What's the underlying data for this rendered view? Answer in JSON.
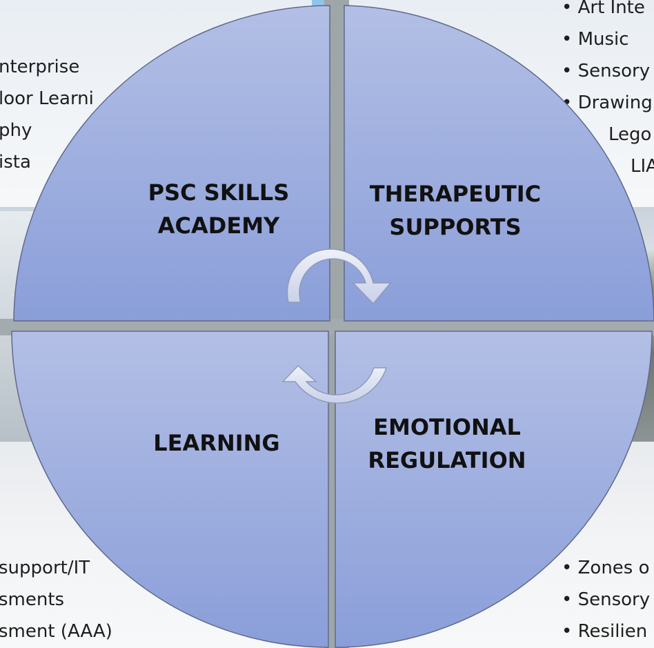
{
  "quadrants": {
    "top_left": {
      "line1": "PSC SKILLS",
      "line2": "ACADEMY"
    },
    "top_right": {
      "line1": "THERAPEUTIC",
      "line2": "SUPPORTS"
    },
    "bottom_left": {
      "line1": "LEARNING"
    },
    "bottom_right": {
      "line1": "EMOTIONAL",
      "line2": "REGULATION"
    }
  },
  "left_top_list": [
    "nterprise",
    "loor Learni",
    "phy",
    "ista"
  ],
  "right_top_list": [
    "• Art Inte",
    "• Music",
    "• Sensory",
    "• Drawing",
    "Lego",
    "LIA"
  ],
  "left_bottom_list": [
    "support/IT",
    "sments",
    "sment (AAA)"
  ],
  "right_bottom_list": [
    "• Zones o",
    "• Sensory",
    "• Resilien"
  ],
  "colors": {
    "quadrant_fill_top": "#aebbe3",
    "quadrant_fill_bottom": "#8b9fd8",
    "arrow": "#dfe4f2"
  }
}
